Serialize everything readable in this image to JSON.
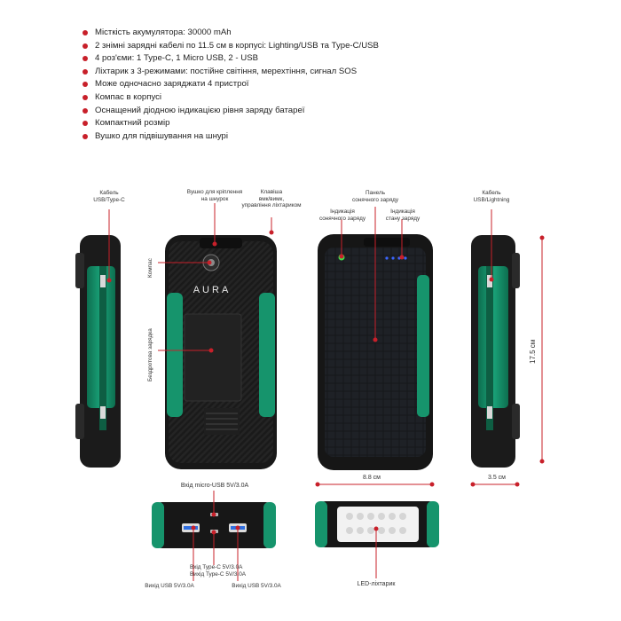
{
  "features": [
    "Місткість акумулятора: 30000 mAh",
    "2 знімні зарядні кабелі по 11.5 см в корпусі: Lighting/USB та Type-C/USB",
    "4 роз'єми: 1 Type-C, 1 Micro USB, 2 - USB",
    "Ліхтарик з 3-режимами: постійне світіння, мерехтіння, сигнал SOS",
    "Може одночасно заряджати 4 пристрої",
    "Компас в корпусі",
    "Оснащений діодною індикацією рівня заряду батареї",
    "Компактний розмір",
    "Вушко для підвішування на шнурі"
  ],
  "labels": {
    "cable_typec_1": "Кабель",
    "cable_typec_2": "USB/Type-C",
    "lanyard_1": "Вушко для кріплення",
    "lanyard_2": "на шнурок",
    "power_key_1": "Клавіша",
    "power_key_2": "вмк/вимк,",
    "power_key_3": "управління ліхтариком",
    "compass": "Компас",
    "wireless": "Бездротова зарядка",
    "brand": "AURA",
    "solar_panel_1": "Панель",
    "solar_panel_2": "сонячного заряду",
    "solar_ind_1": "Індикація",
    "solar_ind_2": "сонячного заряду",
    "charge_ind_1": "Індикація",
    "charge_ind_2": "стану заряду",
    "cable_lightning_1": "Кабель",
    "cable_lightning_2": "USB/Lightning",
    "micro_usb_in": "Вхід micro-USB 5V/3.0A",
    "typec_io_1": "Вхід Type-C 5V/3.0A",
    "typec_io_2": "Вихід Type-C 5V/3.0A",
    "usb_out_left": "Вихід USB 5V/3.0A",
    "usb_out_right": "Вихід USB 5V/3.0A",
    "led_light": "LED-ліхтарик"
  },
  "dimensions": {
    "width": "8.8 см",
    "depth": "3.5 см",
    "height": "17.5 см"
  },
  "colors": {
    "accent": "#c8202a",
    "body_green": "#17906a",
    "body_black": "#1b1b1b"
  }
}
